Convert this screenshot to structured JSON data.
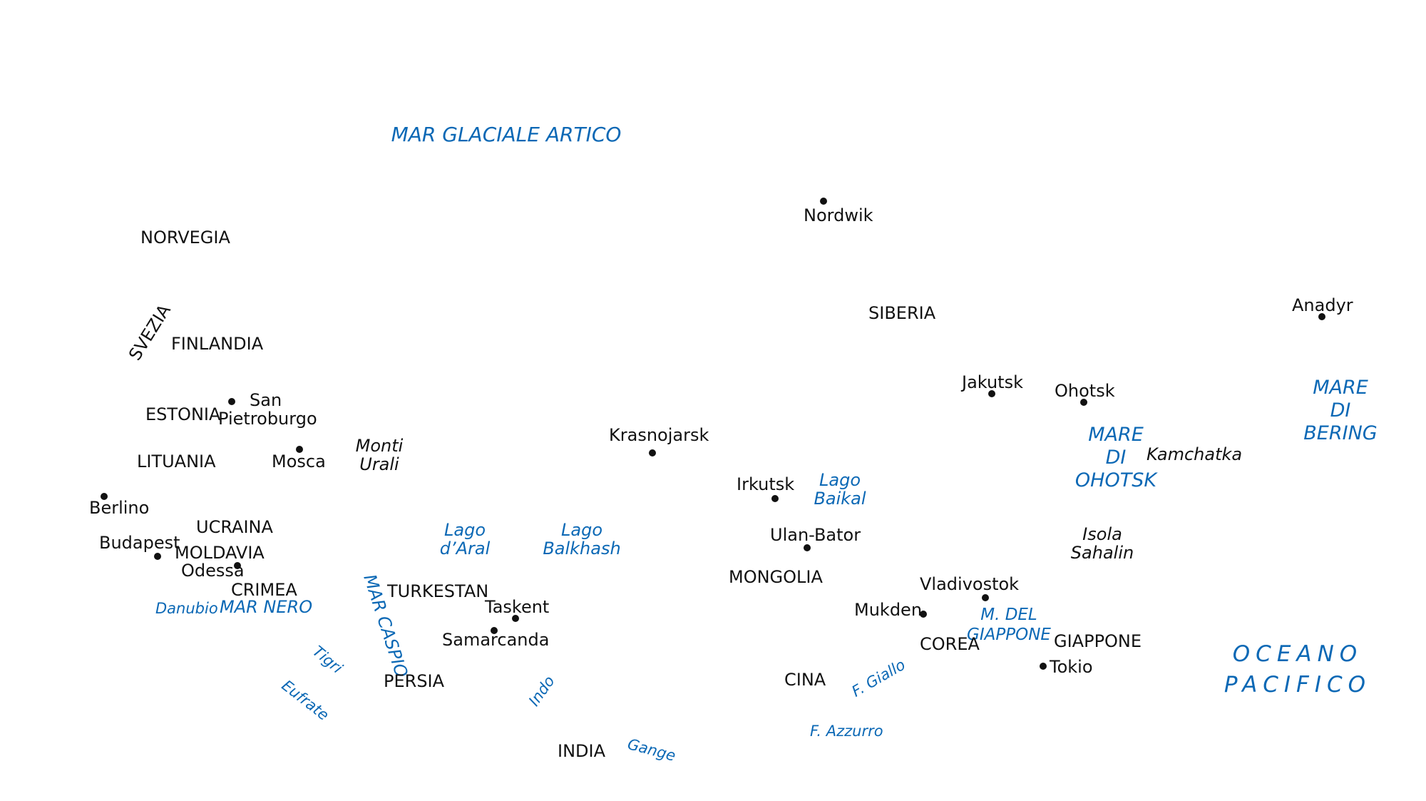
{
  "oceans": {
    "arctic": "MAR GLACIALE ARTICO",
    "pacific_line1": "OCEANO",
    "pacific_line2": "PACIFICO"
  },
  "seas": {
    "ohotsk_1": "MARE",
    "ohotsk_2": "DI",
    "ohotsk_3": "OHOTSK",
    "bering_1": "MARE",
    "bering_2": "DI",
    "bering_3": "BERING",
    "japan_1": "M. DEL",
    "japan_2": "GIAPPONE",
    "black": "MAR NERO",
    "caspian": "MAR CASPIO"
  },
  "lakes": {
    "aral_1": "Lago",
    "aral_2": "d’Aral",
    "balkhash_1": "Lago",
    "balkhash_2": "Balkhash",
    "baikal_1": "Lago",
    "baikal_2": "Baikal"
  },
  "rivers": {
    "danube": "Danubio",
    "tigris": "Tigri",
    "euphrates": "Eufrate",
    "indus": "Indo",
    "ganges": "Gange",
    "yellow": "F. Giallo",
    "blue": "F. Azzurro"
  },
  "regions": {
    "norway": "NORVEGIA",
    "sweden": "SVEZIA",
    "finland": "FINLANDIA",
    "estonia": "ESTONIA",
    "lithuania": "LITUANIA",
    "ukraine": "UCRAINA",
    "moldavia": "MOLDAVIA",
    "crimea": "CRIMEA",
    "turkestan": "TURKESTAN",
    "persia": "PERSIA",
    "india": "INDIA",
    "siberia": "SIBERIA",
    "mongolia": "MONGOLIA",
    "china": "CINA",
    "korea": "COREA",
    "japan": "GIAPPONE"
  },
  "physical": {
    "urals_1": "Monti",
    "urals_2": "Urali",
    "kamchatka": "Kamchatka",
    "sakhalin_1": "Isola",
    "sakhalin_2": "Sahalin"
  },
  "cities": {
    "nordwik": "Nordwik",
    "anadyr": "Anadyr",
    "jakutsk": "Jakutsk",
    "ohotsk": "Ohotsk",
    "st_petersburg_1": "San",
    "st_petersburg_2": "Pietroburgo",
    "moscow": "Mosca",
    "krasnojarsk": "Krasnojarsk",
    "irkutsk": "Irkutsk",
    "ulan_bator": "Ulan-Bator",
    "berlin": "Berlino",
    "budapest": "Budapest",
    "odessa": "Odessa",
    "tashkent": "Taskent",
    "samarkand": "Samarcanda",
    "vladivostok": "Vladivostok",
    "mukden": "Mukden",
    "tokyo": "Tokio"
  },
  "colors": {
    "water_label": "#0b68b5",
    "land_label": "#111111",
    "city_dot": "#111111",
    "background": "#ffffff"
  },
  "icons": {
    "city_marker": "city-dot-icon"
  }
}
